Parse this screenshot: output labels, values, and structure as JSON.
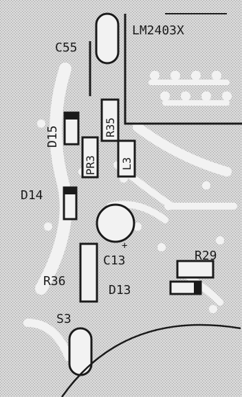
{
  "board": {
    "ic_label": "LM2403X",
    "labels": {
      "c55": "C55",
      "d15": "D15",
      "r35": "R35",
      "pr3": "PR3",
      "l3": "L3",
      "d14": "D14",
      "c13": "C13",
      "c13_polarity": "+",
      "r36": "R36",
      "d13": "D13",
      "r29": "R29",
      "s3": "S3"
    }
  },
  "colors": {
    "background": "#d8d8d8",
    "trace": "#f2f2f2",
    "silkscreen": "#1a1a1a"
  }
}
